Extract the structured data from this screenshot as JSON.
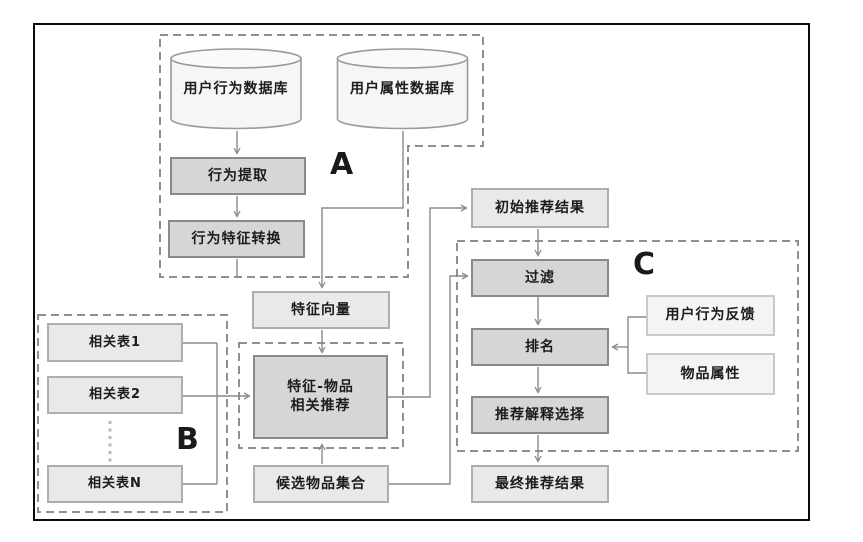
{
  "figure": {
    "title": "recommendation-pipeline-flowchart",
    "group_labels": {
      "a": "A",
      "b": "B",
      "c": "C"
    },
    "nodes": {
      "db_behavior": "用户行为数据库",
      "db_attr": "用户属性数据库",
      "extract": "行为提取",
      "convert": "行为特征转换",
      "feature_vector": "特征向量",
      "rel1": "相关表1",
      "rel2": "相关表2",
      "relN": "相关表N",
      "feature_item_l1": "特征-物品",
      "feature_item_l2": "相关推荐",
      "candidate": "候选物品集合",
      "initial": "初始推荐结果",
      "filter": "过滤",
      "ranking": "排名",
      "explain": "推荐解释选择",
      "feedback": "用户行为反馈",
      "item_attr": "物品属性",
      "final": "最终推荐结果"
    },
    "colors": {
      "process_fill": "#d6d6d6",
      "process_border": "#8a8a8a",
      "data_fill": "#e9e9e9",
      "data_border": "#aeaeae",
      "aux_fill": "#f4f4f4",
      "aux_border": "#c9c9c9",
      "cylinder_fill": "#f6f6f6",
      "connector": "#8a8a8a",
      "dashed_border": "#8f8f8f",
      "frame": "#0a0a0a"
    }
  }
}
